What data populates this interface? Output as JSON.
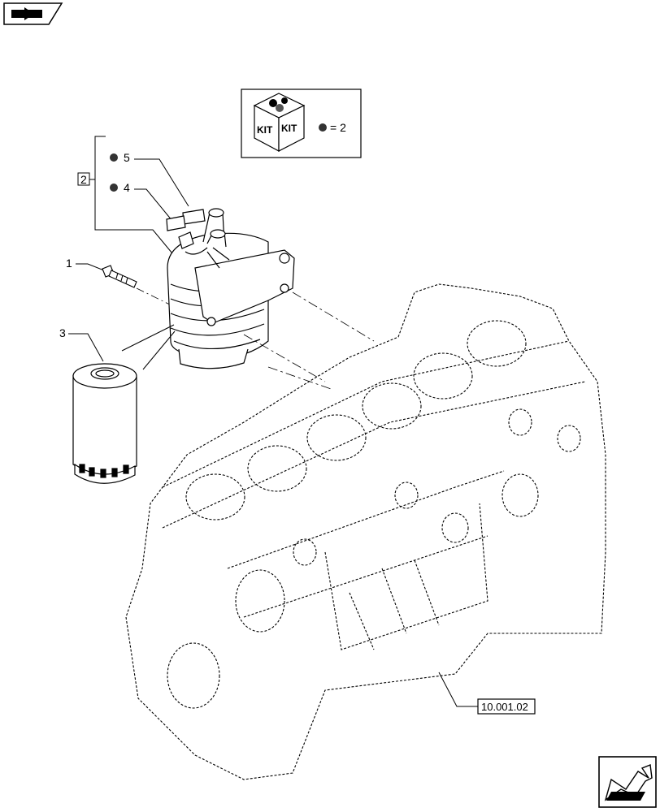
{
  "kit_box": {
    "kit_text_left": "KIT",
    "kit_text_right": "KIT",
    "equals": "= 2"
  },
  "callouts": {
    "item_1": "1",
    "item_2": "2",
    "item_3": "3",
    "item_4": "4",
    "item_5": "5"
  },
  "reference": {
    "label": "10.001.02"
  },
  "icons": {
    "top_left": "previous-page-icon",
    "bottom_right": "next-page-icon"
  }
}
